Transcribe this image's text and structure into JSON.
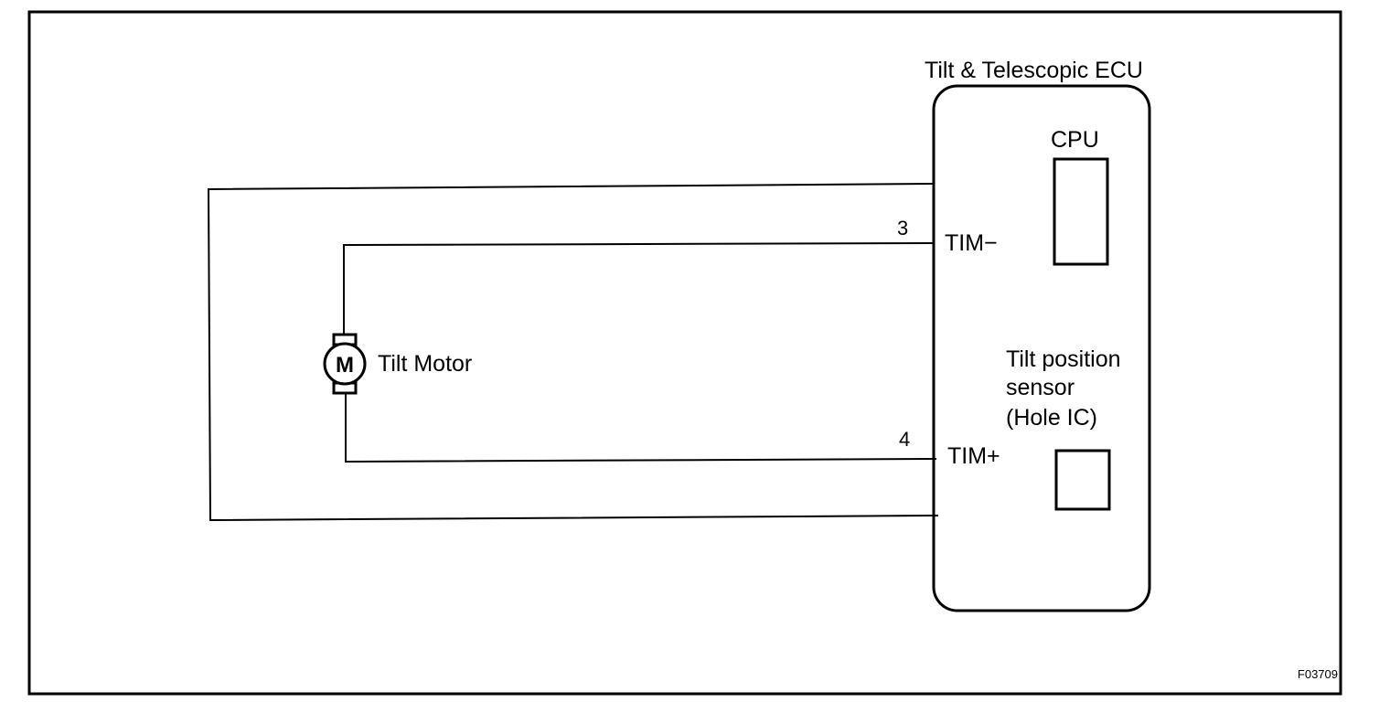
{
  "ecu": {
    "title": "Tilt & Telescopic ECU",
    "cpu_label": "CPU",
    "sensor_label_lines": [
      "Tilt position",
      "sensor",
      "(Hole IC)"
    ]
  },
  "motor": {
    "symbol": "M",
    "label": "Tilt Motor"
  },
  "terminals": [
    {
      "pin": "3",
      "name": "TIM−"
    },
    {
      "pin": "4",
      "name": "TIM+"
    }
  ],
  "figure_code": "F03709"
}
